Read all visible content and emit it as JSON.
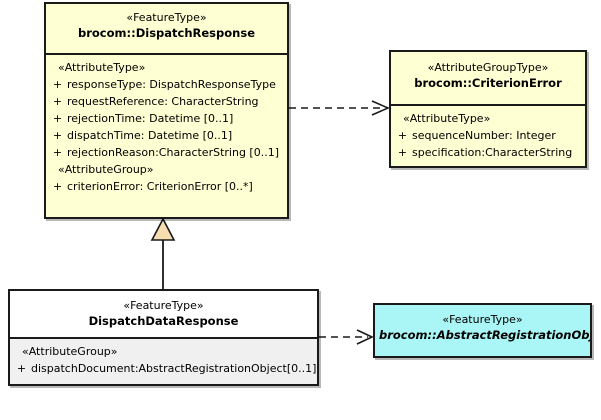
{
  "diagram": {
    "type": "uml-class-diagram",
    "background": "#ffffff",
    "colors": {
      "feature_type_fill": "#feffd3",
      "attribute_group_type_fill": "#feffd3",
      "derived_class_header_fill": "#ffffff",
      "derived_class_body_fill": "#f0f0f0",
      "abstract_class_fill": "#aaf5f5",
      "border": "#1a1a1a",
      "generalization_arrow_fill": "#f7ddb0"
    }
  },
  "classes": {
    "dispatch_response": {
      "stereotype": "«FeatureType»",
      "name": "brocom::DispatchResponse",
      "sections": [
        {
          "group": "«AttributeType»",
          "attributes": [
            {
              "visibility": "+",
              "text": "responseType: DispatchResponseType"
            },
            {
              "visibility": "+",
              "text": "requestReference: CharacterString"
            },
            {
              "visibility": "+",
              "text": "rejectionTime: Datetime [0..1]"
            },
            {
              "visibility": "+",
              "text": "dispatchTime: Datetime [0..1]"
            },
            {
              "visibility": "+",
              "text": "rejectionReason:CharacterString [0..1]"
            }
          ]
        },
        {
          "group": "«AttributeGroup»",
          "attributes": [
            {
              "visibility": "+",
              "text": "criterionError: CriterionError [0..*]"
            }
          ]
        }
      ]
    },
    "criterion_error": {
      "stereotype": "«AttributeGroupType»",
      "name": "brocom::CriterionError",
      "sections": [
        {
          "group": "«AttributeType»",
          "attributes": [
            {
              "visibility": "+",
              "text": "sequenceNumber: Integer"
            },
            {
              "visibility": "+",
              "text": "specification:CharacterString"
            }
          ]
        }
      ]
    },
    "dispatch_data_response": {
      "stereotype": "«FeatureType»",
      "name": "DispatchDataResponse",
      "sections": [
        {
          "group": "«AttributeGroup»",
          "attributes": [
            {
              "visibility": "+",
              "text": "dispatchDocument:AbstractRegistrationObject[0..1]"
            }
          ]
        }
      ]
    },
    "abstract_registration_object": {
      "stereotype": "«FeatureType»",
      "name": "brocom::AbstractRegistrationObject",
      "abstract": true,
      "sections": []
    }
  },
  "relationships": [
    {
      "name": "generalization",
      "kind": "generalization",
      "from": "dispatch_data_response",
      "to": "dispatch_response",
      "line": "solid",
      "arrowhead": "hollow-triangle"
    },
    {
      "name": "dependency-criterion-error",
      "kind": "dependency",
      "from": "dispatch_response",
      "to": "criterion_error",
      "line": "dashed",
      "arrowhead": "open"
    },
    {
      "name": "dependency-abstract-registration-object",
      "kind": "dependency",
      "from": "dispatch_data_response",
      "to": "abstract_registration_object",
      "line": "dashed",
      "arrowhead": "open"
    }
  ]
}
